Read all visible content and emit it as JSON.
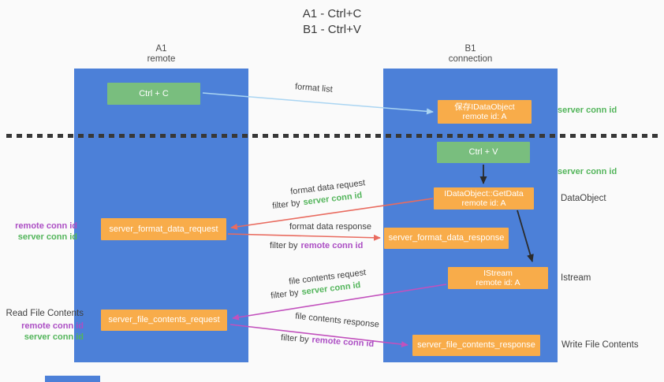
{
  "title": {
    "line1": "A1 - Ctrl+C",
    "line2": "B1 - Ctrl+V"
  },
  "lifelines": {
    "left": {
      "name": "A1",
      "role": "remote"
    },
    "right": {
      "name": "B1",
      "role": "connection"
    }
  },
  "nodes": {
    "ctrl_c": {
      "label": "Ctrl + C"
    },
    "ctrl_v": {
      "label": "Ctrl + V"
    },
    "save_dataobject": {
      "line1": "保存IDataObject",
      "line2": "remote id: A"
    },
    "getdata": {
      "line1": "IDataObject::GetData",
      "line2": "remote id: A"
    },
    "istream": {
      "line1": "IStream",
      "line2": "remote id: A"
    },
    "format_request": {
      "label": "server_format_data_request"
    },
    "format_response": {
      "label": "server_format_data_response"
    },
    "file_request": {
      "label": "server_file_contents_request"
    },
    "file_response": {
      "label": "server_file_contents_response"
    }
  },
  "arrow_labels": {
    "format_list": "format list",
    "format_data_request": "format data request",
    "format_data_response": "format data response",
    "file_contents_request": "file contents request",
    "file_contents_response": "file contents response",
    "filter_by": "filter by",
    "server_conn_id": "server conn id",
    "remote_conn_id": "remote conn id"
  },
  "annotations": {
    "dataobject": "DataObject",
    "istream": "Istream",
    "read_file_contents": "Read File Contents",
    "write_file_contents": "Write File Contents"
  },
  "colors": {
    "lifeline_blue": "#4C80D8",
    "node_green": "#79BE7E",
    "node_orange": "#F8AC4A",
    "server_conn_green": "#53B55B",
    "remote_conn_purple": "#AC4EC4",
    "arrow_red": "#E96B5F",
    "arrow_magenta": "#C251BD",
    "arrow_lightblue": "#AAD5F2",
    "arrow_black": "#2B2B2B",
    "text_dark": "#3C3C3C",
    "background": "#FAFAFA"
  }
}
